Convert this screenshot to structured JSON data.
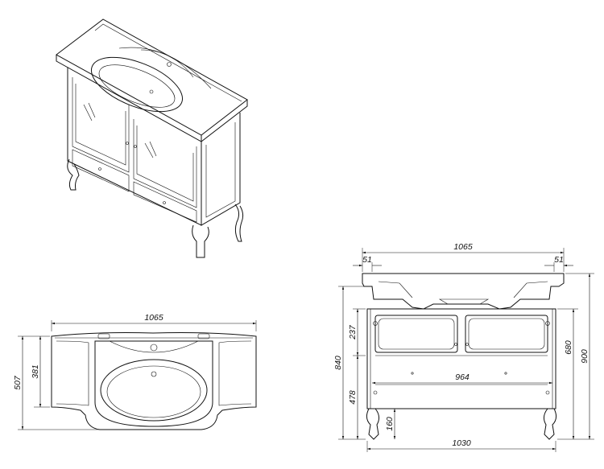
{
  "drawing": {
    "top_view": {
      "width_label": "1065",
      "depth_total_label": "507",
      "depth_inner_label": "381"
    },
    "front_view": {
      "top_width_label": "1065",
      "left_overhang_label": "51",
      "right_overhang_label": "51",
      "inner_width_label": "964",
      "base_width_label": "1030",
      "height_total_label": "900",
      "height_body_label": "680",
      "height_to_basin_label": "840",
      "door_height_label": "237",
      "body_height_label": "478",
      "leg_height_label": "160"
    }
  }
}
